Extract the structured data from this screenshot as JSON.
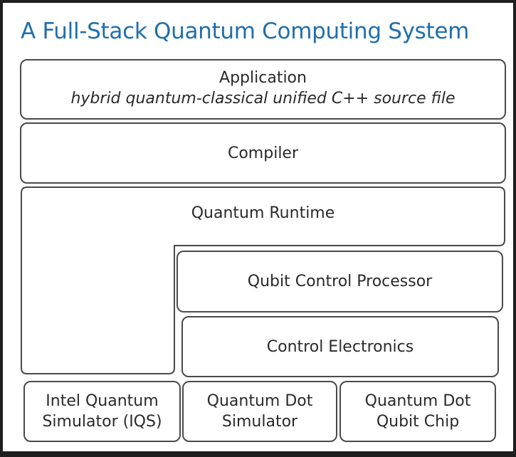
{
  "title": "A Full-Stack Quantum Computing System",
  "layers": {
    "application": {
      "label": "Application",
      "sublabel": "hybrid quantum-classical unified  C++ source file"
    },
    "compiler": {
      "label": "Compiler"
    },
    "runtime": {
      "label": "Quantum Runtime"
    },
    "qubit_control_processor": {
      "label": "Qubit Control Processor"
    },
    "control_electronics": {
      "label": "Control Electronics"
    }
  },
  "backends": [
    {
      "line1": "Intel Quantum",
      "line2": "Simulator (IQS)"
    },
    {
      "line1": "Quantum Dot",
      "line2": "Simulator"
    },
    {
      "line1": "Quantum Dot",
      "line2": "Qubit Chip"
    }
  ],
  "colors": {
    "title": "#1f6fad",
    "border": "#4a4a4a",
    "text": "#2a2a2a",
    "background": "#ffffff",
    "frame": "#1e1e1e"
  }
}
